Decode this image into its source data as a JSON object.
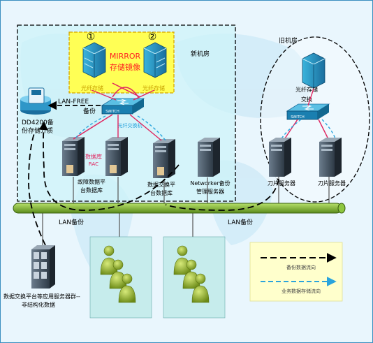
{
  "colors": {
    "background": "#e9f6fd",
    "new_room_fill": "#cdf3f8",
    "mirror_box": "#ffff55",
    "mirror_border": "#d4a400",
    "mirror_text": "#ff2222",
    "backbone": "#8dc63f",
    "san_red": "#e0245e",
    "data_flow_blue": "#2aa4dc",
    "user_panel": "#c6ecec",
    "legend_fill": "#ffffcc"
  },
  "labels": {
    "num_1": "①",
    "num_2": "②",
    "mirror_line1": "MIRROR",
    "mirror_line2": "存储镜像",
    "fiber_storage_left": "光纤存储",
    "fiber_storage_right": "光纤存储",
    "new_room": "新机房",
    "old_room": "旧机房",
    "lan_free_line1": "LAN-FREE",
    "lan_free_line2": "备份",
    "dd_line1": "DD4200备",
    "dd_line2": "份存储介质",
    "switch_left": "SWITCH",
    "switch_right": "SWITCH",
    "fc_switch": "光纤交换机",
    "rac_line1": "数据库",
    "rac_line2": "RAC",
    "db_server_line1": "故障数据平",
    "db_server_line2": "台数据库",
    "db_server2_line1": "数据交换平",
    "db_server2_line2": "台数据库",
    "nw_line1": "Networker备份",
    "nw_line2": "管理服务器",
    "old_storage": "光纤存储",
    "old_switch": "交换",
    "blade_left": "刀片服务器",
    "blade_right": "刀片服务器",
    "lan_backup_left": "LAN备份",
    "lan_backup_right": "LAN备份",
    "app_server_line1": "数据交换平台等应用服务器群--",
    "app_server_line2": "非结构化数据",
    "legend_backup": "备份数据流向",
    "legend_business": "业务数据存储流向"
  },
  "icons": {
    "storage": "storage-icon",
    "tape": "backup-disk-icon",
    "server": "server-tower-icon",
    "switch": "network-switch-icon",
    "users": "user-group-icon",
    "rack": "rack-server-icon"
  }
}
